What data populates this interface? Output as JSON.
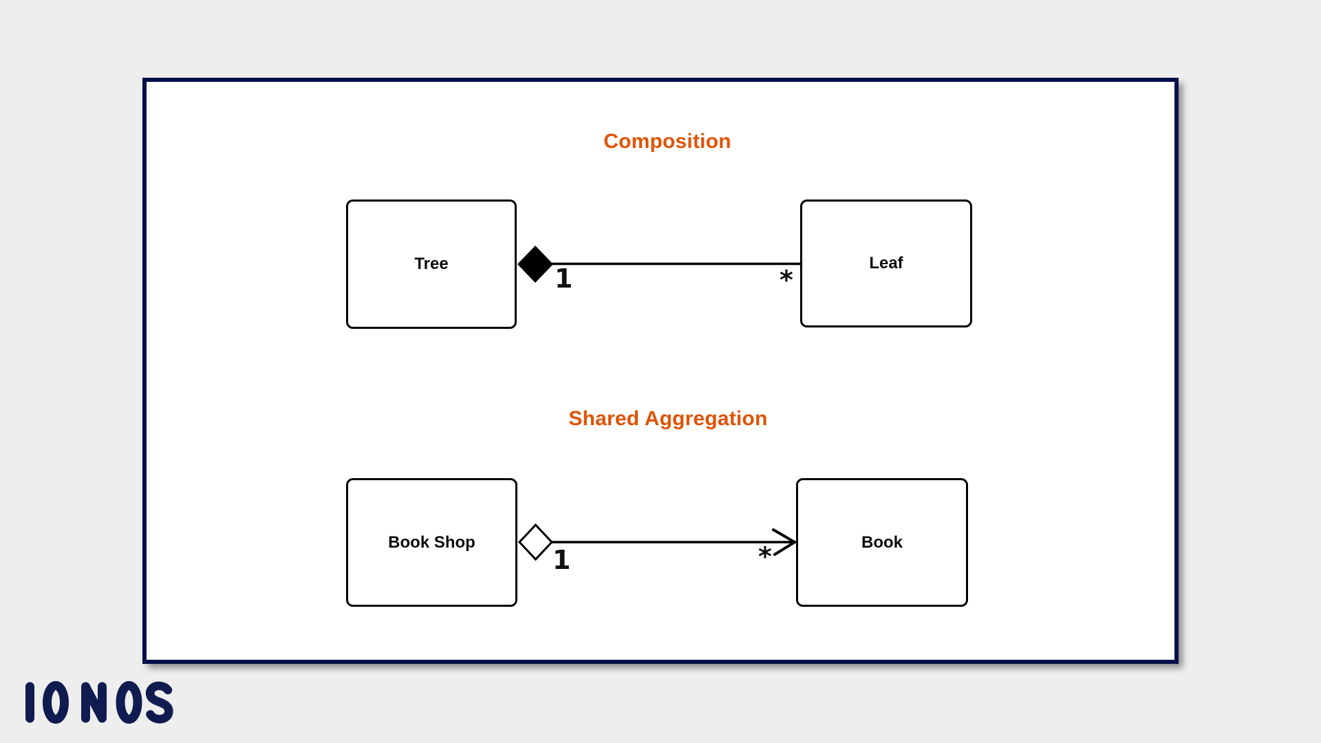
{
  "colors": {
    "page_background": "#eeeeee",
    "panel_background": "#ffffff",
    "panel_border": "#03104a",
    "accent_orange": "#e05306",
    "logo_navy": "#101c50",
    "box_border": "#000000"
  },
  "brand": {
    "logo_text": "IONOS"
  },
  "diagram": {
    "sections": [
      {
        "title": "Composition",
        "left_box": "Tree",
        "right_box": "Leaf",
        "left_multiplicity": "1",
        "right_multiplicity": "*",
        "connector_type": "composition (filled diamond at whole side)"
      },
      {
        "title": "Shared Aggregation",
        "left_box": "Book Shop",
        "right_box": "Book",
        "left_multiplicity": "1",
        "right_multiplicity": "*",
        "connector_type": "shared aggregation (hollow diamond at whole side, open arrow at part side)"
      }
    ]
  }
}
